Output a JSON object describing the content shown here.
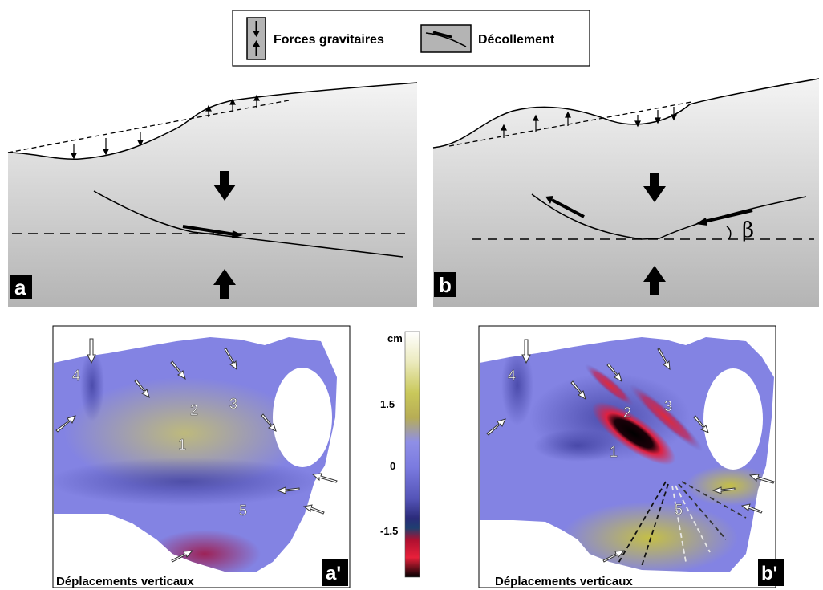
{
  "legend": {
    "gravity_label": "Forces gravitaires",
    "detachment_label": "Décollement"
  },
  "panels": {
    "a": {
      "letter": "a"
    },
    "b": {
      "letter": "b",
      "angle_symbol": "β"
    },
    "a_prime": {
      "letter": "a'",
      "caption": "Déplacements verticaux",
      "zones": [
        "1",
        "2",
        "3",
        "4",
        "5"
      ]
    },
    "b_prime": {
      "letter": "b'",
      "caption": "Déplacements verticaux",
      "zones": [
        "1",
        "2",
        "3",
        "4",
        "5"
      ]
    }
  },
  "colorbar": {
    "unit": "cm",
    "ticks": [
      "1.5",
      "0",
      "-1.5"
    ],
    "stops": [
      "#ffffff",
      "#ecebc0",
      "#c9c85a",
      "#b7ad55",
      "#8f8fe6",
      "#7b7be0",
      "#5555b8",
      "#2b2b7a",
      "#1f3f70",
      "#b01030",
      "#e8203a",
      "#000000"
    ]
  }
}
